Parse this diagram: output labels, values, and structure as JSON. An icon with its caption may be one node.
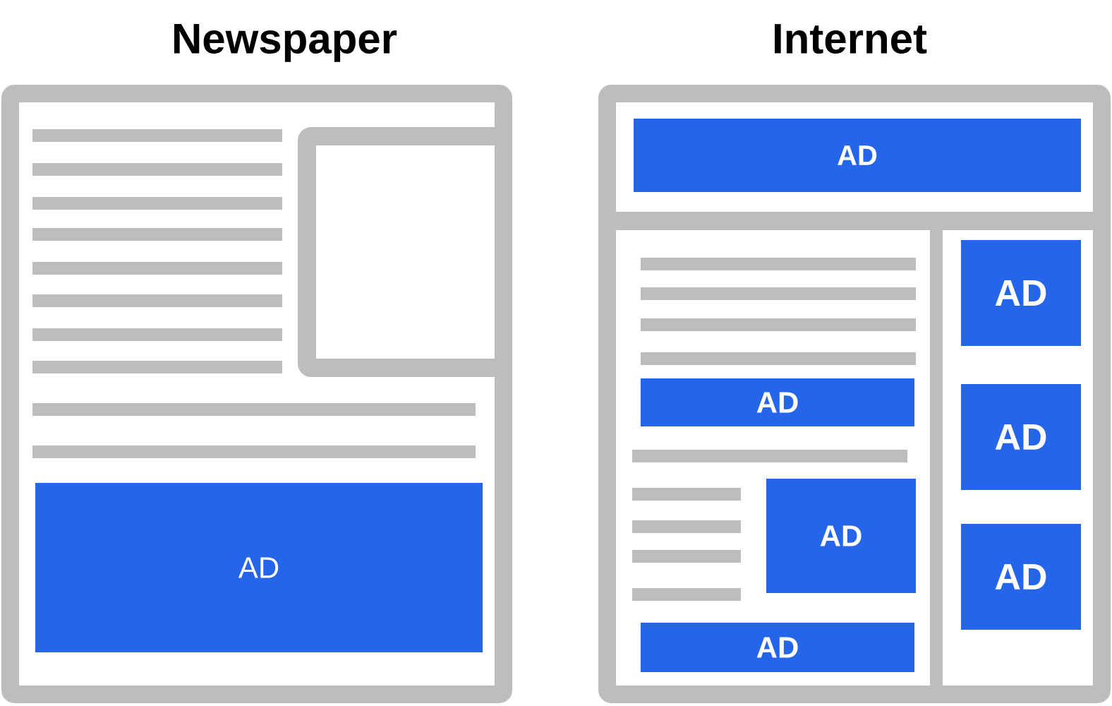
{
  "diagram": {
    "nodes": [
      {
        "text": [
          "Newspaper"
        ]
      },
      {
        "text": [
          "AD"
        ],
        "in": 0
      },
      {
        "text": [
          "Internet"
        ]
      },
      {
        "text": [
          "AD"
        ],
        "in": 2
      },
      {
        "text": [
          "AD"
        ],
        "in": 2
      },
      {
        "text": [
          "AD"
        ],
        "in": 2
      },
      {
        "text": [
          "AD"
        ],
        "in": 2
      },
      {
        "text": [
          "AD"
        ],
        "in": 2
      },
      {
        "text": [
          "AD"
        ],
        "in": 2
      },
      {
        "text": [
          "AD"
        ],
        "in": 2
      }
    ]
  }
}
